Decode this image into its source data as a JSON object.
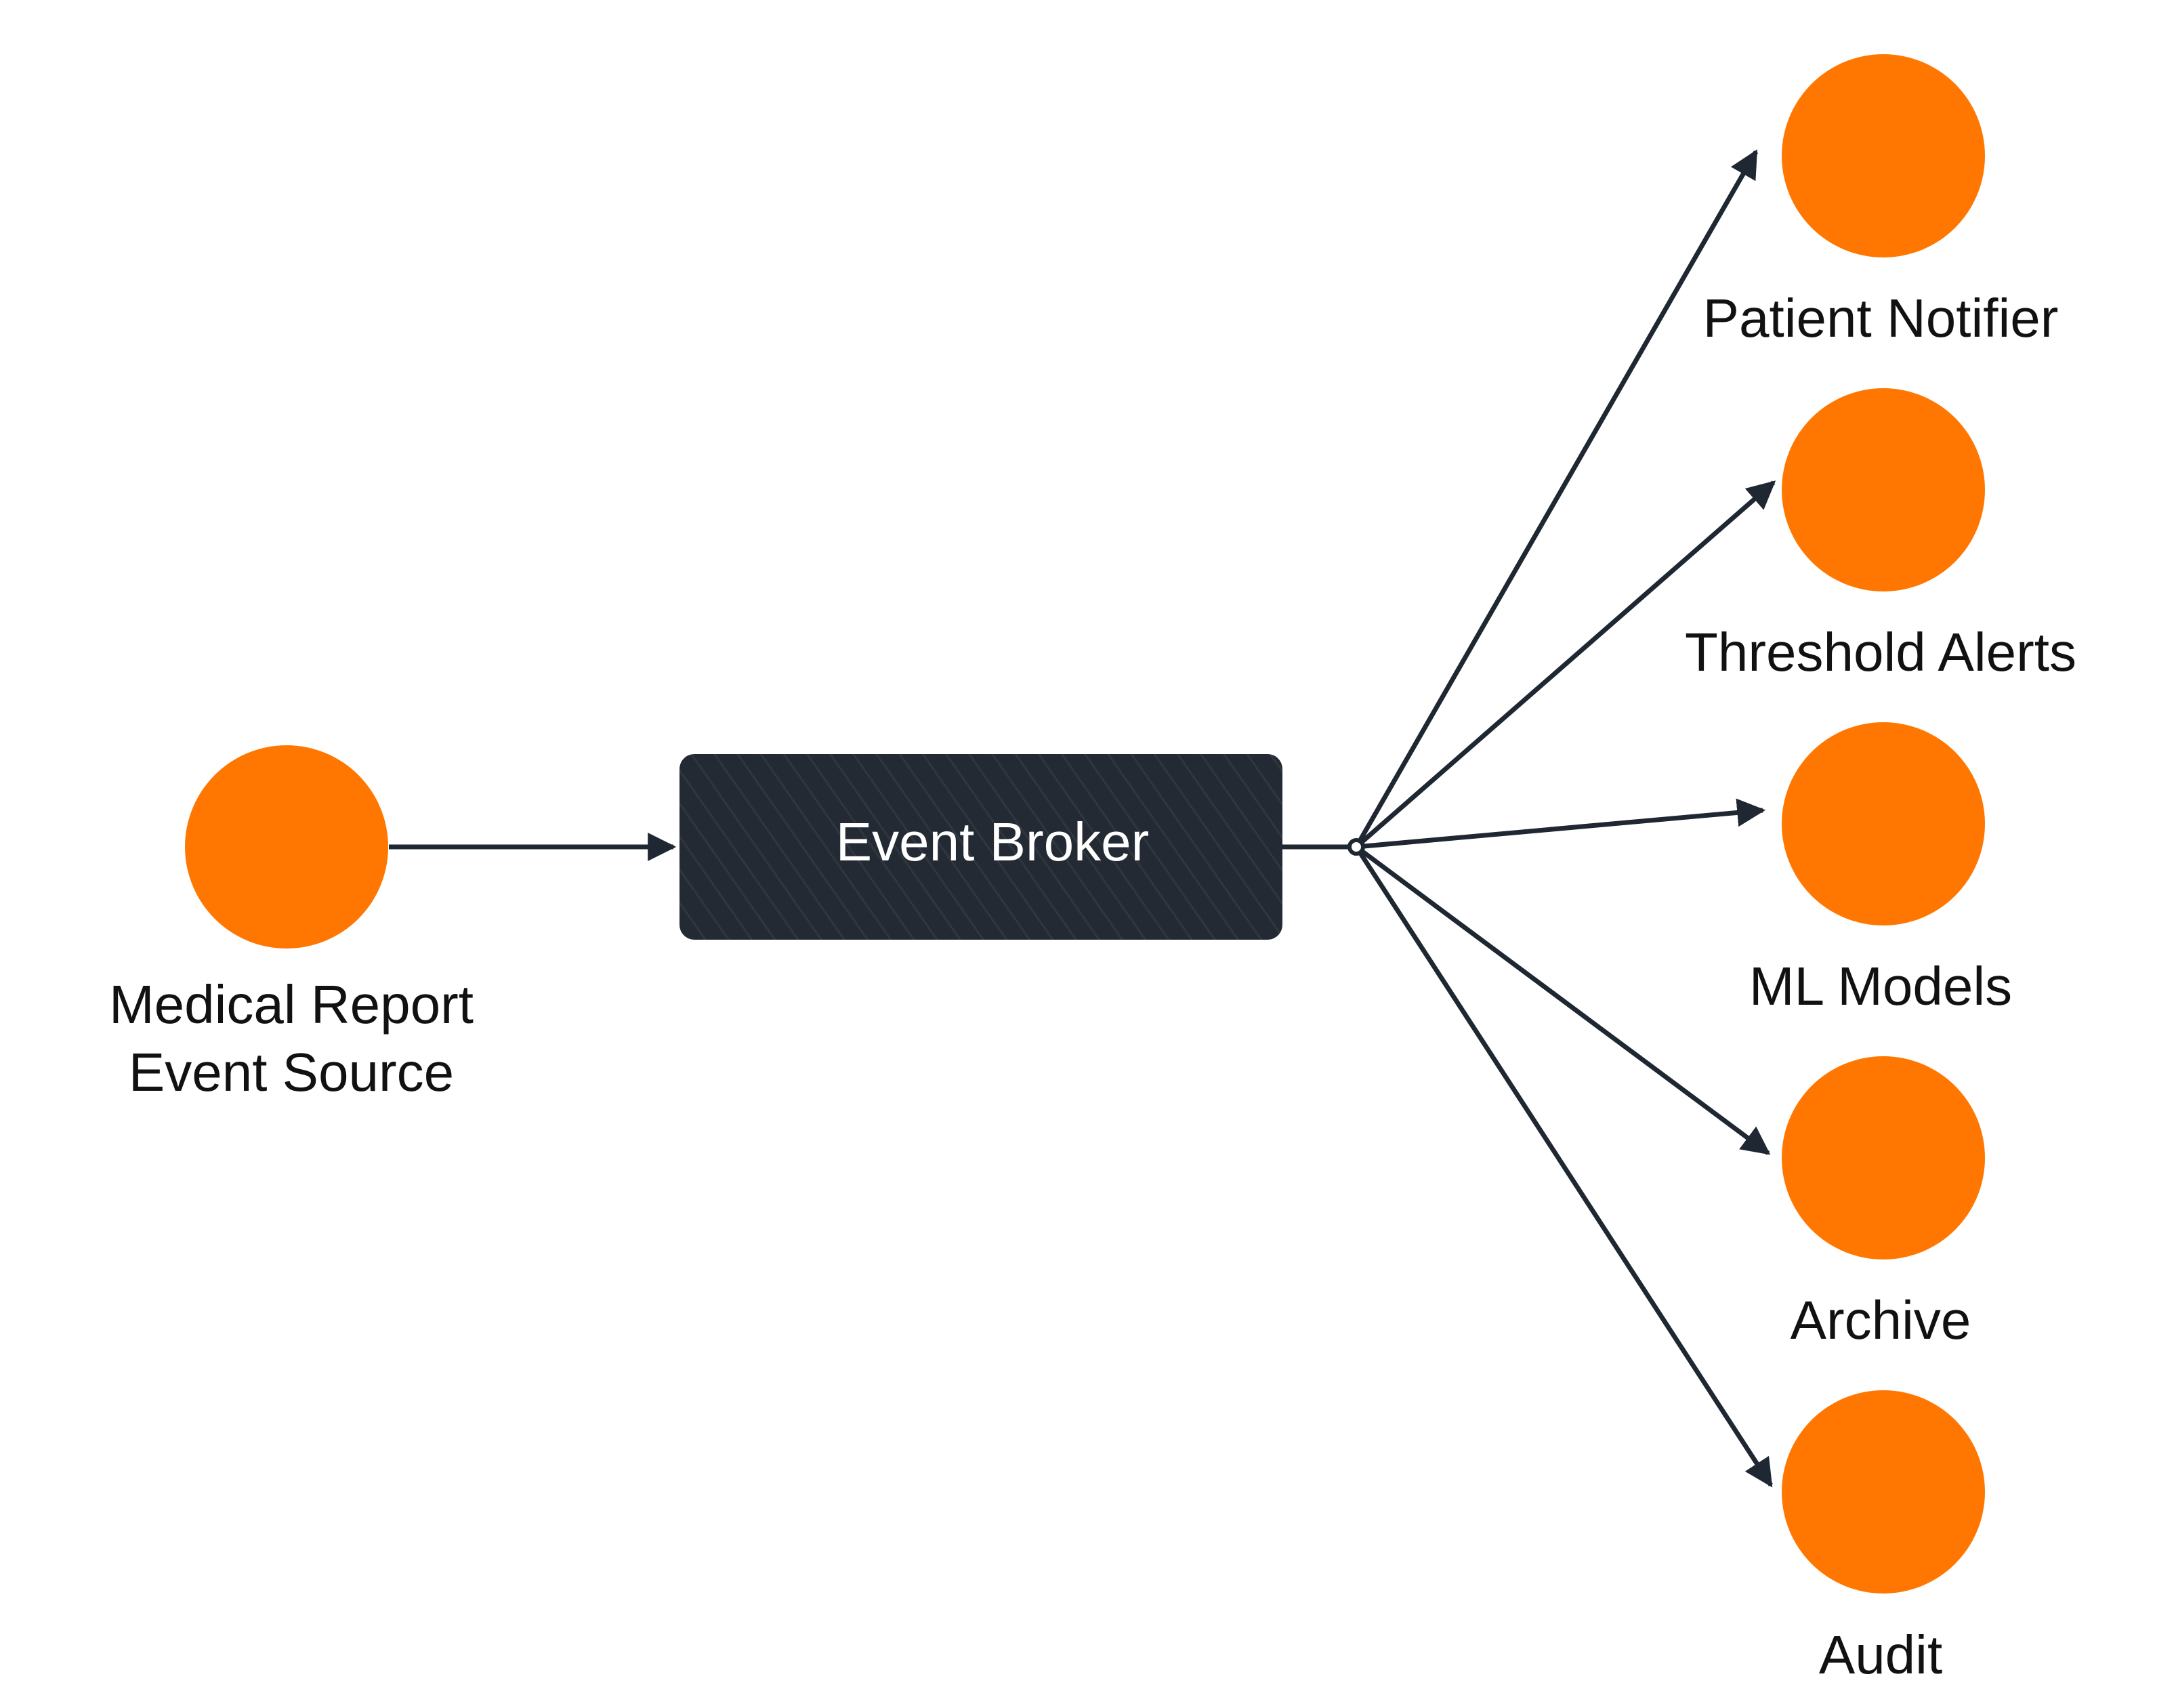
{
  "colors": {
    "node_fill": "#ff7700",
    "broker_fill": "#232a33",
    "edge_stroke": "#1f2732",
    "label_text": "#111111",
    "broker_text": "#ffffff"
  },
  "source": {
    "label_line1": "Medical Report",
    "label_line2": "Event Source"
  },
  "broker": {
    "label": "Event Broker"
  },
  "consumers": [
    {
      "label": "Patient Notifier"
    },
    {
      "label": "Threshold Alerts"
    },
    {
      "label": "ML Models"
    },
    {
      "label": "Archive"
    },
    {
      "label": "Audit"
    }
  ],
  "edges": [
    {
      "from": "Medical Report Event Source",
      "to": "Event Broker"
    },
    {
      "from": "Event Broker",
      "to": "Patient Notifier"
    },
    {
      "from": "Event Broker",
      "to": "Threshold Alerts"
    },
    {
      "from": "Event Broker",
      "to": "ML Models"
    },
    {
      "from": "Event Broker",
      "to": "Archive"
    },
    {
      "from": "Event Broker",
      "to": "Audit"
    }
  ]
}
